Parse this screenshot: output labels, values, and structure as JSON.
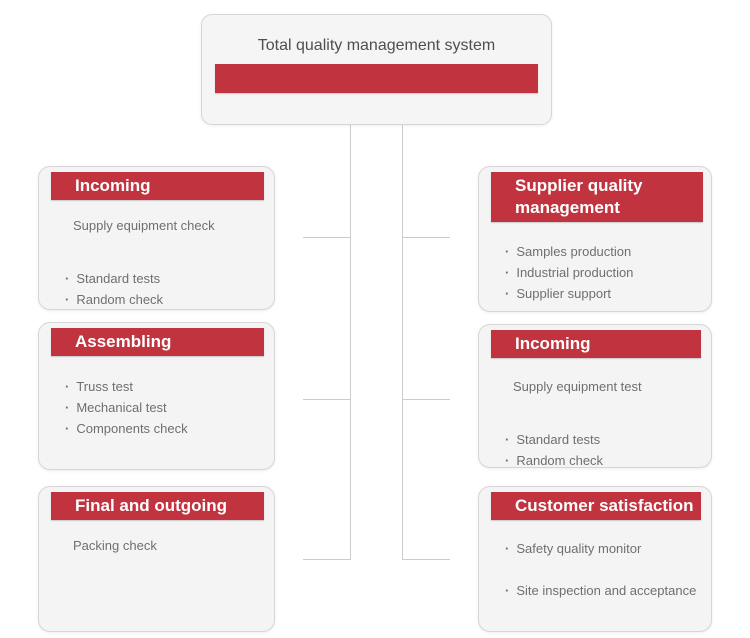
{
  "diagram": {
    "root": {
      "title": "Total quality management system"
    },
    "left_column": [
      {
        "header": "Incoming",
        "intro": "Supply equipment check",
        "bullets": [
          "Standard tests",
          "Random check"
        ]
      },
      {
        "header": "Assembling",
        "bullets": [
          "Truss test",
          "Mechanical test",
          "Components check"
        ]
      },
      {
        "header": "Final and outgoing",
        "intro": "Packing check"
      }
    ],
    "right_column": [
      {
        "header": "Supplier quality management",
        "bullets": [
          "Samples production",
          "Industrial production",
          "Supplier support"
        ]
      },
      {
        "header": "Incoming",
        "intro": "Supply equipment test",
        "bullets": [
          "Standard tests",
          "Random check"
        ]
      },
      {
        "header": "Customer satisfaction",
        "bullets": [
          "Safety quality monitor",
          "Site inspection and acceptance"
        ]
      }
    ],
    "colors": {
      "accent_red": "#c1333e",
      "box_bg": "#f4f4f4",
      "box_border": "#d6d6d6",
      "connector": "#cccccc",
      "title_text": "#4f4f4f",
      "body_text": "#6f6f6f"
    }
  }
}
